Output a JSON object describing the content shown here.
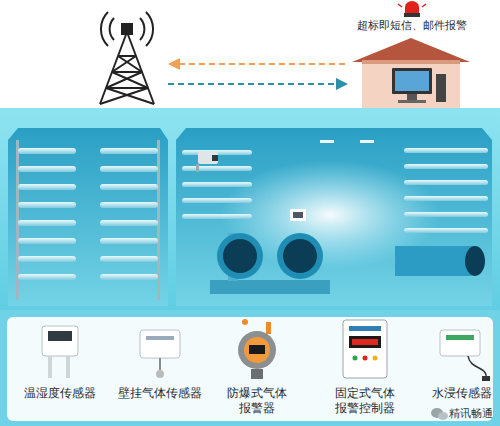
{
  "diagram": {
    "nodes": [
      {
        "text": [
          "超标即短信、邮件报警"
        ]
      },
      {
        "text": [
          "温湿度传感器"
        ]
      },
      {
        "text": [
          "壁挂气体传感器"
        ]
      },
      {
        "text": [
          "防爆式气体 报警器"
        ]
      },
      {
        "text": [
          "固定式气体 报警控制器"
        ]
      },
      {
        "text": [
          "水浸传感器"
        ]
      }
    ],
    "labels": [
      "精讯畅通"
    ]
  }
}
